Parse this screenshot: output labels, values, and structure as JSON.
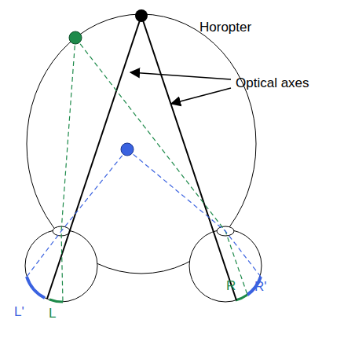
{
  "diagram": {
    "labels": [
      "Horopter",
      "Optical axes",
      "L'",
      "L",
      "R",
      "R'"
    ]
  }
}
